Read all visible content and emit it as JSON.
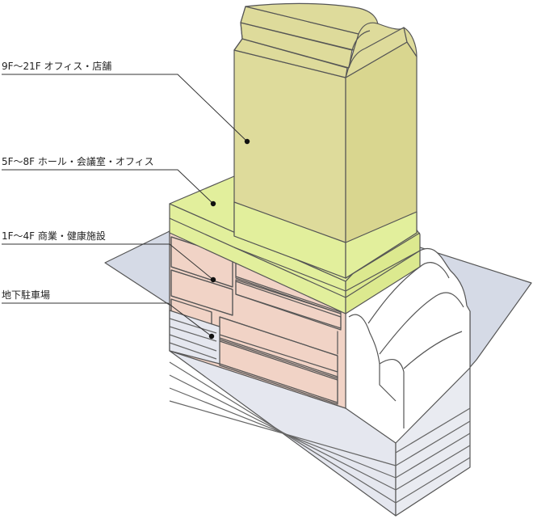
{
  "labels": {
    "upper_floors": "9F～21F オフィス・店舗",
    "middle_floors": "5F～8F ホール・会議室・オフィス",
    "lower_floors": "1F～4F 商業・健康施設",
    "basement": "地下駐車場"
  },
  "colors": {
    "tower": "#dedb9b",
    "tower_dark": "#cfcc83",
    "podium_green": "#e2ef9c",
    "commercial": "#f1d3c6",
    "basement": "#e5e7ef",
    "ground_plane": "#d5dae6",
    "stroke": "#555555"
  }
}
